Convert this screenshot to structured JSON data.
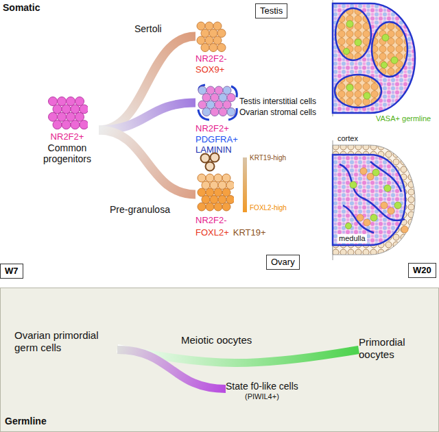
{
  "diagram": {
    "nodes": [
      {
        "text": [
          "Testis"
        ]
      },
      {
        "text": [
          "NR2F2-",
          "SOX9+"
        ]
      },
      {
        "text": [
          "NR2F2+",
          "Common progenitors"
        ]
      },
      {
        "text": [
          "NR2F2+",
          "PDGFRA+",
          "LAMININ"
        ]
      },
      {
        "text": [
          "NR2F2-",
          "FOXL2+",
          "KRT19+"
        ]
      },
      {
        "text": [
          "Ovary"
        ]
      },
      {
        "text": [
          "W7"
        ]
      },
      {
        "text": [
          "W20"
        ]
      },
      {
        "text": [
          "Germline"
        ]
      },
      {
        "text": [
          "Ovarian primordial germ cells"
        ],
        "in": 8
      },
      {
        "text": [
          "Primordial oocytes"
        ],
        "in": 8
      },
      {
        "text": [
          "State f0-like cells",
          "(PIWIL4+)"
        ],
        "in": 8
      }
    ],
    "edges": [
      {
        "from": 2,
        "to": 1,
        "arrow": "none",
        "label": "Sertoli"
      },
      {
        "from": 2,
        "to": 3,
        "arrow": "none"
      },
      {
        "from": 2,
        "to": 4,
        "arrow": "none",
        "label": "Pre-granulosa"
      },
      {
        "from": 9,
        "to": 10,
        "arrow": "none",
        "label": "Meiotic oocytes"
      },
      {
        "from": 9,
        "to": 11,
        "arrow": "none"
      }
    ],
    "labels": [
      "Somatic",
      "Testis interstitial cells",
      "Ovarian stromal cells",
      "KRT19-high",
      "FOXL2-high",
      "VASA+ germline",
      "cortex",
      "medulla"
    ]
  }
}
